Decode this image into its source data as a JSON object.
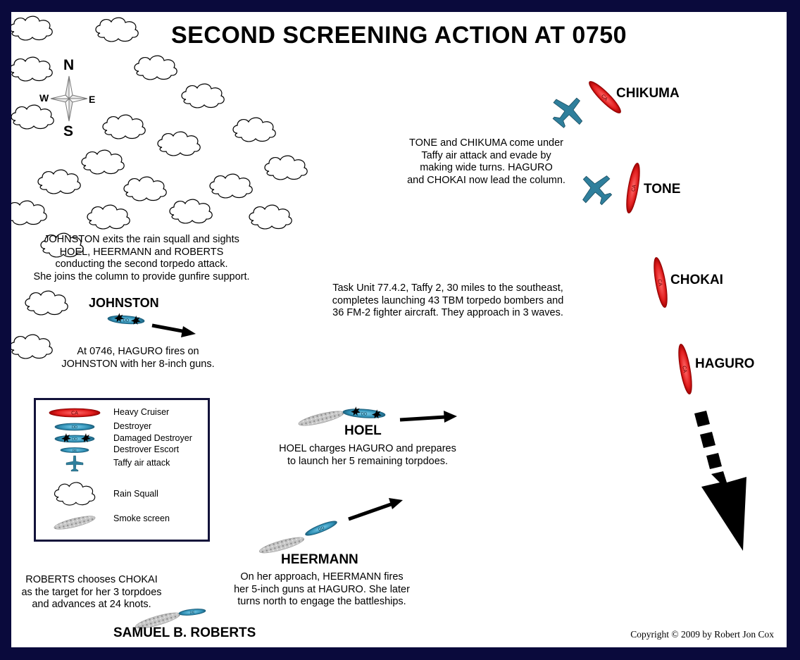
{
  "title": "SECOND SCREENING ACTION AT 0750",
  "compass": {
    "n": "N",
    "s": "S",
    "e": "E",
    "w": "W"
  },
  "ships": {
    "chikuma": "CHIKUMA",
    "tone": "TONE",
    "chokai": "CHOKAI",
    "haguro": "HAGURO",
    "johnston": "JOHNSTON",
    "hoel": "HOEL",
    "heermann": "HEERMANN",
    "roberts": "SAMUEL B. ROBERTS"
  },
  "ship_tags": {
    "ca": "CA",
    "dd": "DD",
    "de": "DE"
  },
  "notes": {
    "tone_chikuma": [
      "TONE and CHIKUMA come under",
      "Taffy air attack and evade by",
      "making wide turns.  HAGURO",
      "and CHOKAI now lead the column."
    ],
    "johnston_exits": [
      "JOHNSTON exits the rain squall and sights",
      "HOEL, HEERMANN and ROBERTS",
      "conducting the second torpedo attack.",
      "She joins the column to provide gunfire support."
    ],
    "taffy2": [
      "Task Unit 77.4.2, Taffy 2, 30 miles to the southeast,",
      "completes launching 43 TBM torpedo bombers and",
      "36 FM-2 fighter aircraft.  They approach in 3 waves."
    ],
    "haguro_fires": [
      "At 0746, HAGURO fires on",
      "JOHNSTON with her 8-inch guns."
    ],
    "hoel_charges": [
      "HOEL charges HAGURO and prepares",
      "to launch her 5 remaining torpdoes."
    ],
    "heermann": [
      "On her approach, HEERMANN fires",
      "her 5-inch guns at HAGURO.  She later",
      "turns north to engage the battleships."
    ],
    "roberts": [
      "ROBERTS chooses CHOKAI",
      "as the target for her 3 torpdoes",
      "and advances at 24 knots."
    ]
  },
  "legend": {
    "heavy_cruiser": "Heavy Cruiser",
    "destroyer": "Destroyer",
    "damaged_destroyer": "Damaged Destroyer",
    "destroyer_escort": "Destrover Escort",
    "air_attack": "Taffy air attack",
    "rain_squall": "Rain Squall",
    "smoke_screen": "Smoke screen"
  },
  "copyright": "Copyright © 2009 by Robert Jon Cox",
  "colors": {
    "frame": "#0a0a3c",
    "cruiser_red": "#e52222",
    "destroyer_teal": "#2f8fb4",
    "aircraft_teal": "#2f7f9c",
    "smoke_gray": "#b4b4b4"
  }
}
